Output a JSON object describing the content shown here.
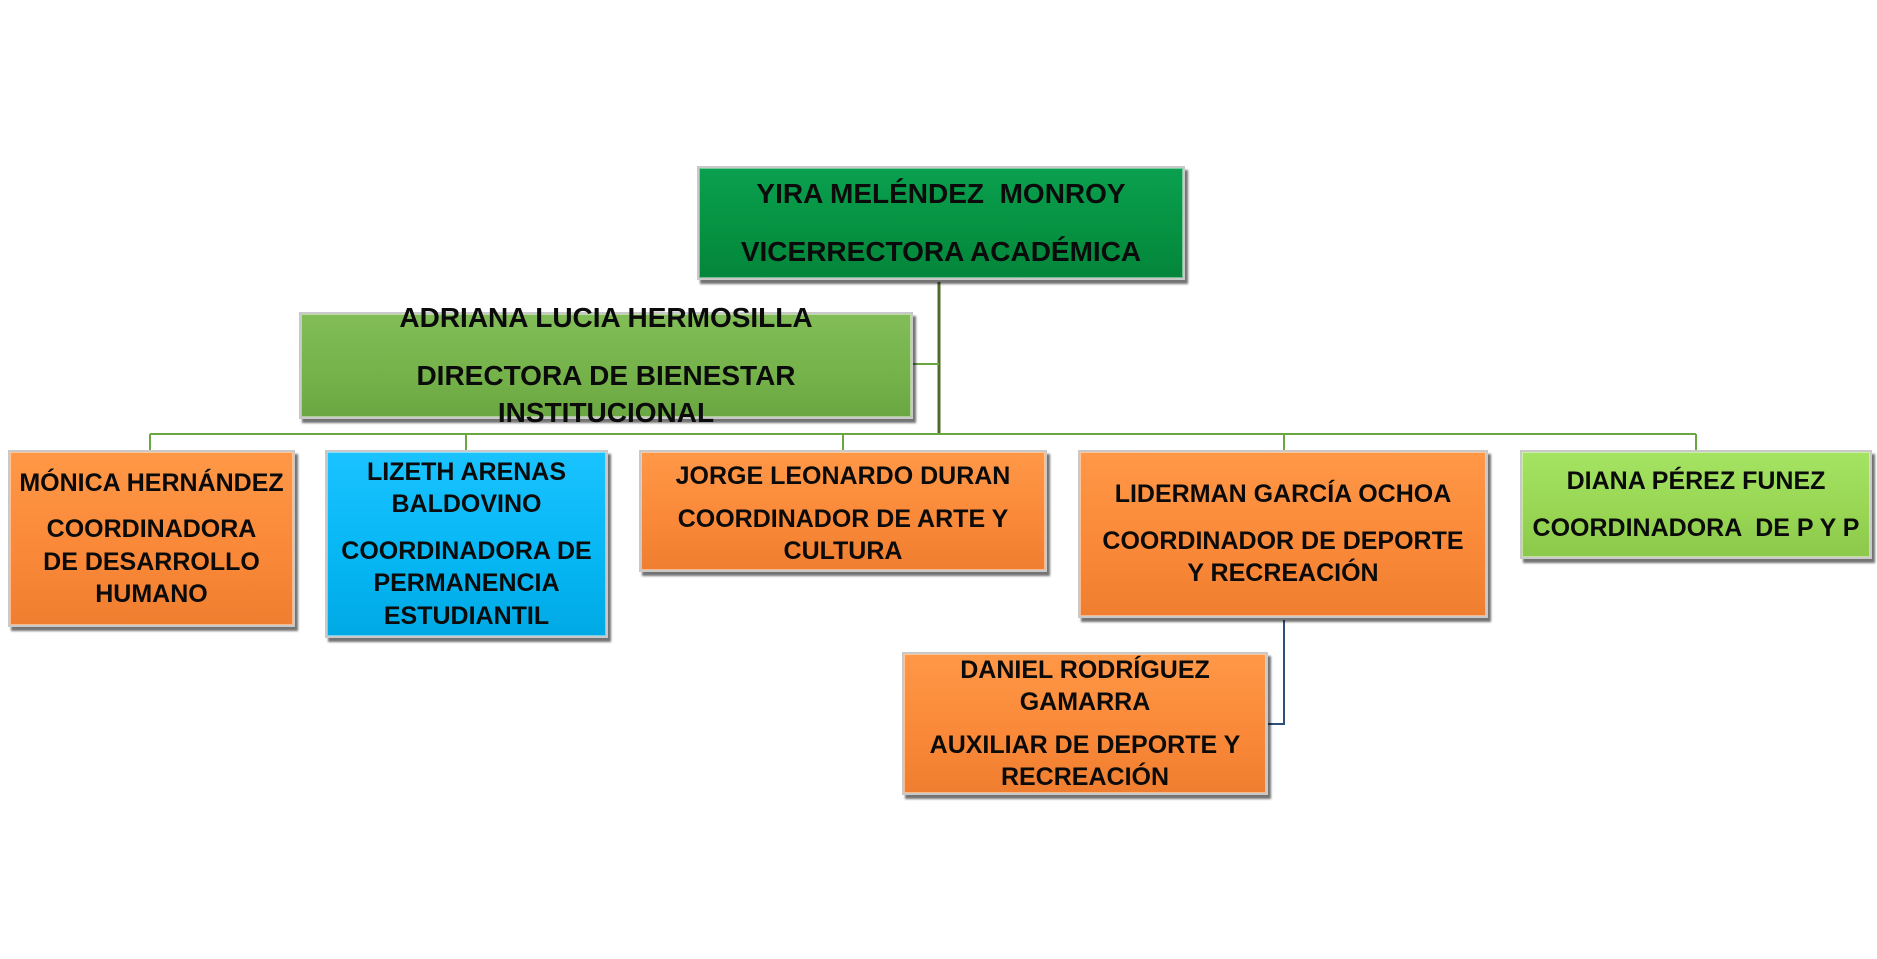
{
  "chart": {
    "nodes": [
      {
        "id": "vicerrectora",
        "name": "YIRA MELÉNDEZ  MONROY",
        "role": "VICERRECTORA ACADÉMICA",
        "color": "#059141"
      },
      {
        "id": "directora",
        "name": "ADRIANA LUCIA HERMOSILLA",
        "role": "DIRECTORA DE BIENESTAR INSTITUCIONAL",
        "color": "#75b24a"
      },
      {
        "id": "monica",
        "name": "MÓNICA HERNÁNDEZ",
        "role": "COORDINADORA DE DESARROLLO HUMANO",
        "color": "#f98838"
      },
      {
        "id": "lizeth",
        "name": "LIZETH ARENAS BALDOVINO",
        "role": "COORDINADORA DE PERMANENCIA ESTUDIANTIL",
        "color": "#05b6f3"
      },
      {
        "id": "jorge",
        "name": "JORGE LEONARDO DURAN",
        "role": "COORDINADOR DE ARTE Y CULTURA",
        "color": "#f98838"
      },
      {
        "id": "liderman",
        "name": "LIDERMAN GARCÍA OCHOA",
        "role": "COORDINADOR DE DEPORTE Y RECREACIÓN",
        "color": "#f98838"
      },
      {
        "id": "diana",
        "name": "DIANA PÉREZ FUNEZ",
        "role": "COORDINADORA  DE P Y P",
        "color": "#97d553"
      },
      {
        "id": "daniel",
        "name": "DANIEL RODRÍGUEZ GAMARRA",
        "role": "AUXILIAR DE DEPORTE Y RECREACIÓN",
        "color": "#f98838"
      }
    ],
    "connector_colors": {
      "tree": "#5a8a2f",
      "assistant": "#2d4f7c"
    }
  }
}
